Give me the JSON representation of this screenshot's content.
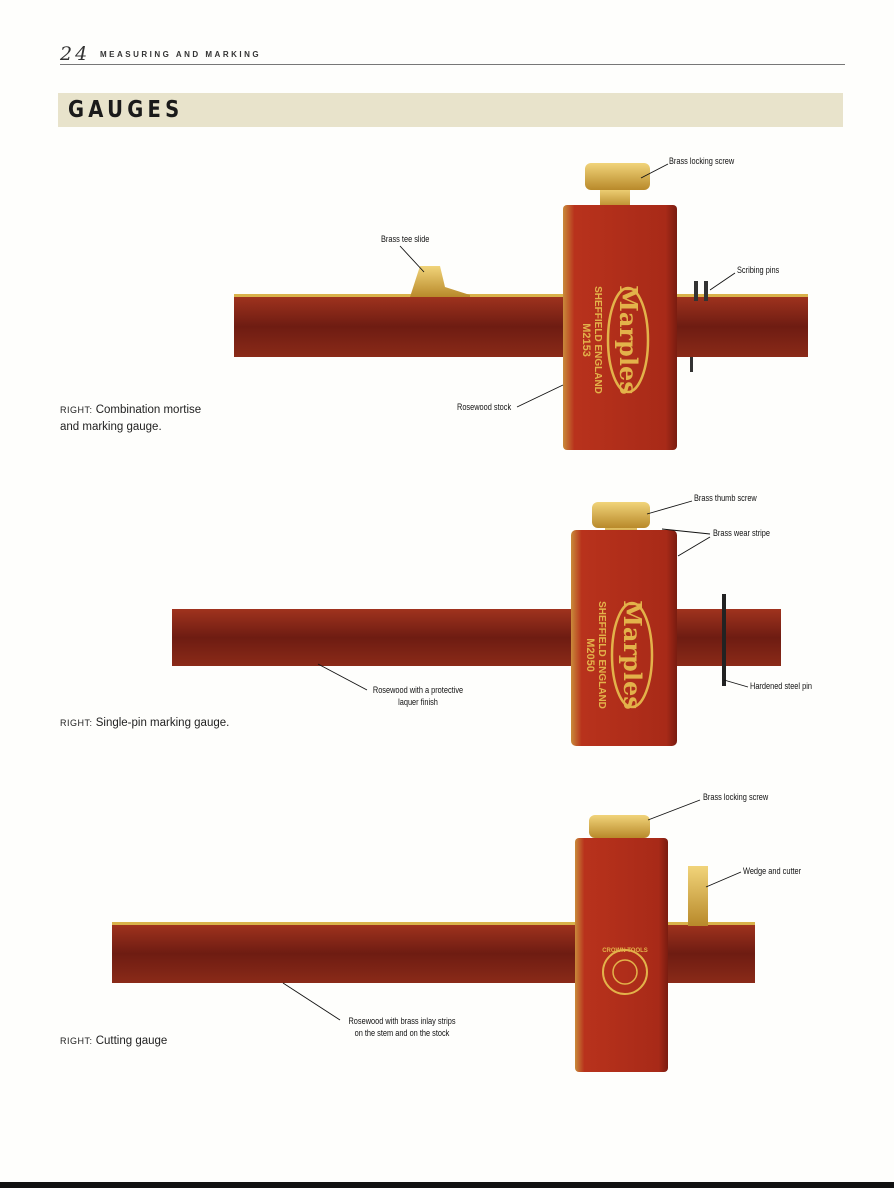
{
  "header": {
    "page_number": "24",
    "running_title": "MEASURING AND MARKING"
  },
  "section_title": "GAUGES",
  "figures": [
    {
      "caption_prefix": "RIGHT:",
      "caption_lines": [
        "Combination mortise",
        "and marking gauge."
      ],
      "brand": "Marples",
      "stamp_lines": [
        "SHEFFIELD ENGLAND",
        "M2153"
      ],
      "labels": [
        "Brass locking screw",
        "Brass tee slide",
        "Scribing pins",
        "Rosewood stock"
      ]
    },
    {
      "caption_prefix": "RIGHT:",
      "caption_lines": [
        "Single-pin marking gauge."
      ],
      "brand": "Marples",
      "stamp_lines": [
        "SHEFFIELD ENGLAND",
        "M2050"
      ],
      "labels": [
        "Brass thumb screw",
        "Brass wear stripe",
        "Rosewood with a protective",
        "laquer finish",
        "Hardened steel pin"
      ]
    },
    {
      "caption_prefix": "RIGHT:",
      "caption_lines": [
        "Cutting gauge"
      ],
      "brand": "CROWN TOOLS",
      "labels": [
        "Brass locking screw",
        "Wedge and cutter",
        "Rosewood with brass inlay strips",
        "on the stem and on the stock"
      ]
    }
  ],
  "colors": {
    "rosewood": "#8a2418",
    "rosewood_dark": "#5a1510",
    "stock": "#b8321c",
    "brass": "#d9b24a",
    "band": "#e8e3cb"
  }
}
